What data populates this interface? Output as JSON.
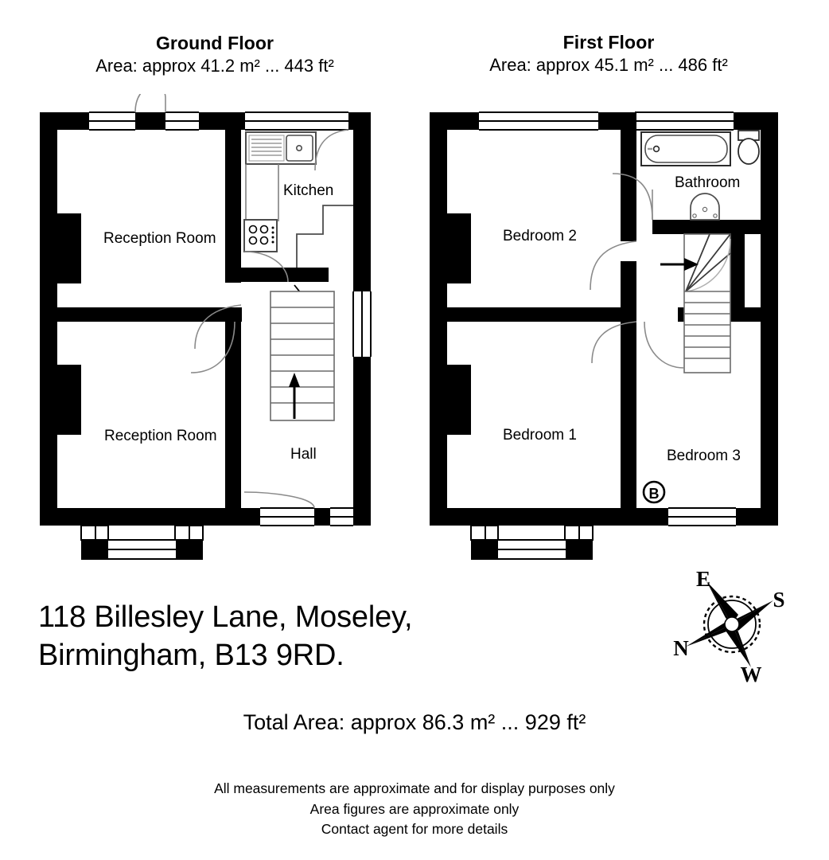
{
  "document": {
    "type": "floor-plan",
    "background_color": "#ffffff",
    "ink_color": "#000000"
  },
  "floors": [
    {
      "id": "ground",
      "title": "Ground Floor",
      "area_text": "Area: approx 41.2 m² ... 443 ft²",
      "area_sqm": 41.2,
      "area_sqft": 443,
      "rooms": [
        {
          "name": "Reception Room",
          "label": "Reception Room"
        },
        {
          "name": "Kitchen",
          "label": "Kitchen"
        },
        {
          "name": "Reception Room Rear",
          "label": "Reception Room"
        },
        {
          "name": "Hall",
          "label": "Hall"
        }
      ],
      "fixtures": [
        "sink-unit",
        "hob-cooker",
        "staircase-up",
        "bay-window",
        "front-door"
      ]
    },
    {
      "id": "first",
      "title": "First Floor",
      "area_text": "Area: approx 45.1 m² ... 486 ft²",
      "area_sqm": 45.1,
      "area_sqft": 486,
      "rooms": [
        {
          "name": "Bedroom 2",
          "label": "Bedroom 2"
        },
        {
          "name": "Bathroom",
          "label": "Bathroom"
        },
        {
          "name": "Bedroom 1",
          "label": "Bedroom 1"
        },
        {
          "name": "Bedroom 3",
          "label": "Bedroom 3"
        }
      ],
      "fixtures": [
        "bath-tub",
        "wc-toilet",
        "wash-basin",
        "staircase-down",
        "boiler-marker"
      ],
      "markers": [
        {
          "id": "boiler",
          "label": "B"
        }
      ]
    }
  ],
  "address": {
    "line1": "118 Billesley Lane, Moseley,",
    "line2": "Birmingham, B13 9RD."
  },
  "total": {
    "text": "Total Area: approx 86.3 m² ... 929 ft²",
    "area_sqm": 86.3,
    "area_sqft": 929
  },
  "disclaimer": {
    "line1": "All measurements are approximate and for display purposes only",
    "line2": "Area figures are approximate only",
    "line3": "Contact agent for more details"
  },
  "compass": {
    "name": "compass-rose",
    "labels": {
      "top_left": "E",
      "right": "S",
      "bottom_left": "N",
      "bottom": "W"
    }
  }
}
